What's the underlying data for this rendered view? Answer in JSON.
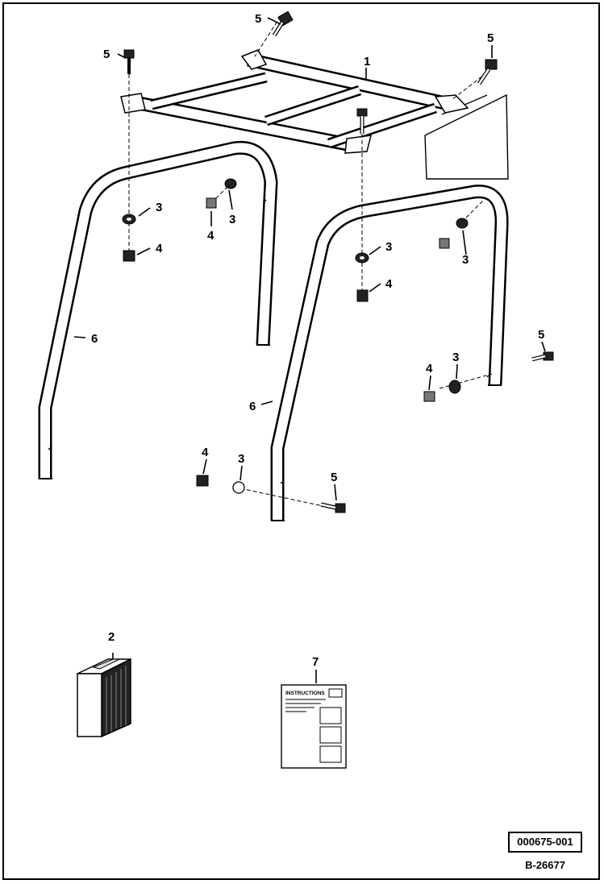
{
  "callouts": [
    {
      "id": "c1",
      "label": "1"
    },
    {
      "id": "c2",
      "label": "2"
    },
    {
      "id": "c3a",
      "label": "3"
    },
    {
      "id": "c3b",
      "label": "3"
    },
    {
      "id": "c3c",
      "label": "3"
    },
    {
      "id": "c3d",
      "label": "3"
    },
    {
      "id": "c3e",
      "label": "3"
    },
    {
      "id": "c3f",
      "label": "3"
    },
    {
      "id": "c4a",
      "label": "4"
    },
    {
      "id": "c4b",
      "label": "4"
    },
    {
      "id": "c4c",
      "label": "4"
    },
    {
      "id": "c4d",
      "label": "4"
    },
    {
      "id": "c4e",
      "label": "4"
    },
    {
      "id": "c5a",
      "label": "5"
    },
    {
      "id": "c5b",
      "label": "5"
    },
    {
      "id": "c5c",
      "label": "5"
    },
    {
      "id": "c5d",
      "label": "5"
    },
    {
      "id": "c5e",
      "label": "5"
    },
    {
      "id": "c6a",
      "label": "6"
    },
    {
      "id": "c6b",
      "label": "6"
    },
    {
      "id": "c7",
      "label": "7"
    }
  ],
  "instructions": {
    "title": "INSTRUCTIONS"
  },
  "reference_code": "000675-001",
  "drawing_number": "B-26677"
}
